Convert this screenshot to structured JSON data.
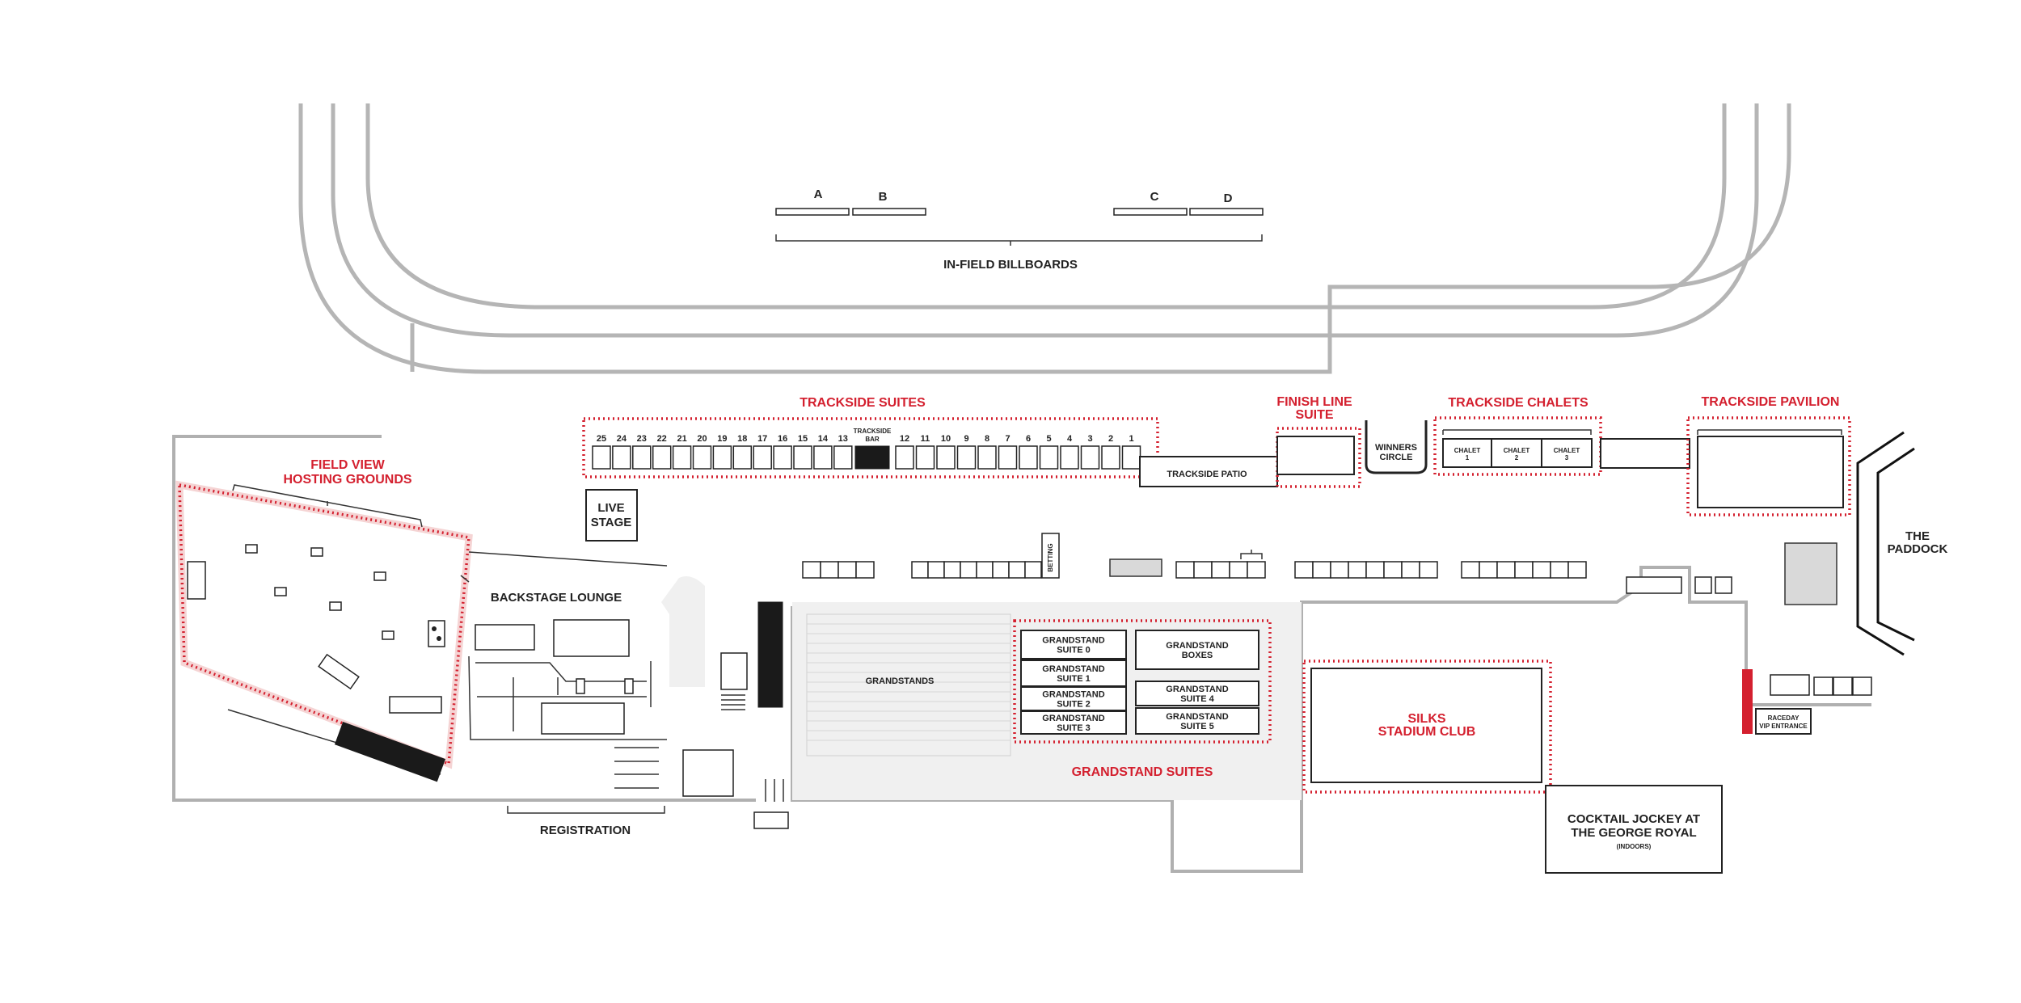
{
  "billboards": {
    "letters": [
      "A",
      "B",
      "C",
      "D"
    ],
    "caption": "IN-FIELD BILLBOARDS"
  },
  "trackside_suites": {
    "title": "TRACKSIDE SUITES",
    "left_numbers": [
      "25",
      "24",
      "23",
      "22",
      "21",
      "20",
      "19",
      "18",
      "17",
      "16",
      "15",
      "14",
      "13"
    ],
    "bar_label_1": "TRACKSIDE",
    "bar_label_2": "BAR",
    "right_numbers": [
      "12",
      "11",
      "10",
      "9",
      "8",
      "7",
      "6",
      "5",
      "4",
      "3",
      "2",
      "1"
    ]
  },
  "finish_line": {
    "title_1": "FINISH LINE",
    "title_2": "SUITE"
  },
  "trackside_patio": "TRACKSIDE PATIO",
  "winners_circle": {
    "line_1": "WINNERS",
    "line_2": "CIRCLE"
  },
  "trackside_chalets": {
    "title": "TRACKSIDE CHALETS",
    "chalets": [
      {
        "line_1": "CHALET",
        "line_2": "1"
      },
      {
        "line_1": "CHALET",
        "line_2": "2"
      },
      {
        "line_1": "CHALET",
        "line_2": "3"
      }
    ]
  },
  "trackside_pavilion": "TRACKSIDE PAVILION",
  "paddock": {
    "line_1": "THE",
    "line_2": "PADDOCK"
  },
  "field_view": {
    "line_1": "FIELD VIEW",
    "line_2": "HOSTING GROUNDS"
  },
  "live_stage": {
    "line_1": "LIVE",
    "line_2": "STAGE"
  },
  "backstage_lounge": "BACKSTAGE LOUNGE",
  "betting": "BETTING",
  "grandstands": "GRANDSTANDS",
  "grandstand_suites": {
    "title": "GRANDSTAND SUITES",
    "left": [
      {
        "line_1": "GRANDSTAND",
        "line_2": "SUITE 0"
      },
      {
        "line_1": "GRANDSTAND",
        "line_2": "SUITE 1"
      },
      {
        "line_1": "GRANDSTAND",
        "line_2": "SUITE 2"
      },
      {
        "line_1": "GRANDSTAND",
        "line_2": "SUITE 3"
      }
    ],
    "right": [
      {
        "line_1": "GRANDSTAND",
        "line_2": "BOXES"
      },
      {
        "line_1": "GRANDSTAND",
        "line_2": "SUITE 4"
      },
      {
        "line_1": "GRANDSTAND",
        "line_2": "SUITE 5"
      }
    ]
  },
  "silks": {
    "line_1": "SILKS",
    "line_2": "STADIUM CLUB"
  },
  "registration": "REGISTRATION",
  "cocktail": {
    "line_1": "COCKTAIL JOCKEY AT",
    "line_2": "THE GEORGE ROYAL",
    "line_3": "(INDOORS)"
  },
  "raceday": {
    "line_1": "RACEDAY",
    "line_2": "VIP ENTRANCE"
  },
  "colors": {
    "accent_red": "#d4202f",
    "track_grey": "#b5b5b5",
    "ink": "#222222"
  }
}
